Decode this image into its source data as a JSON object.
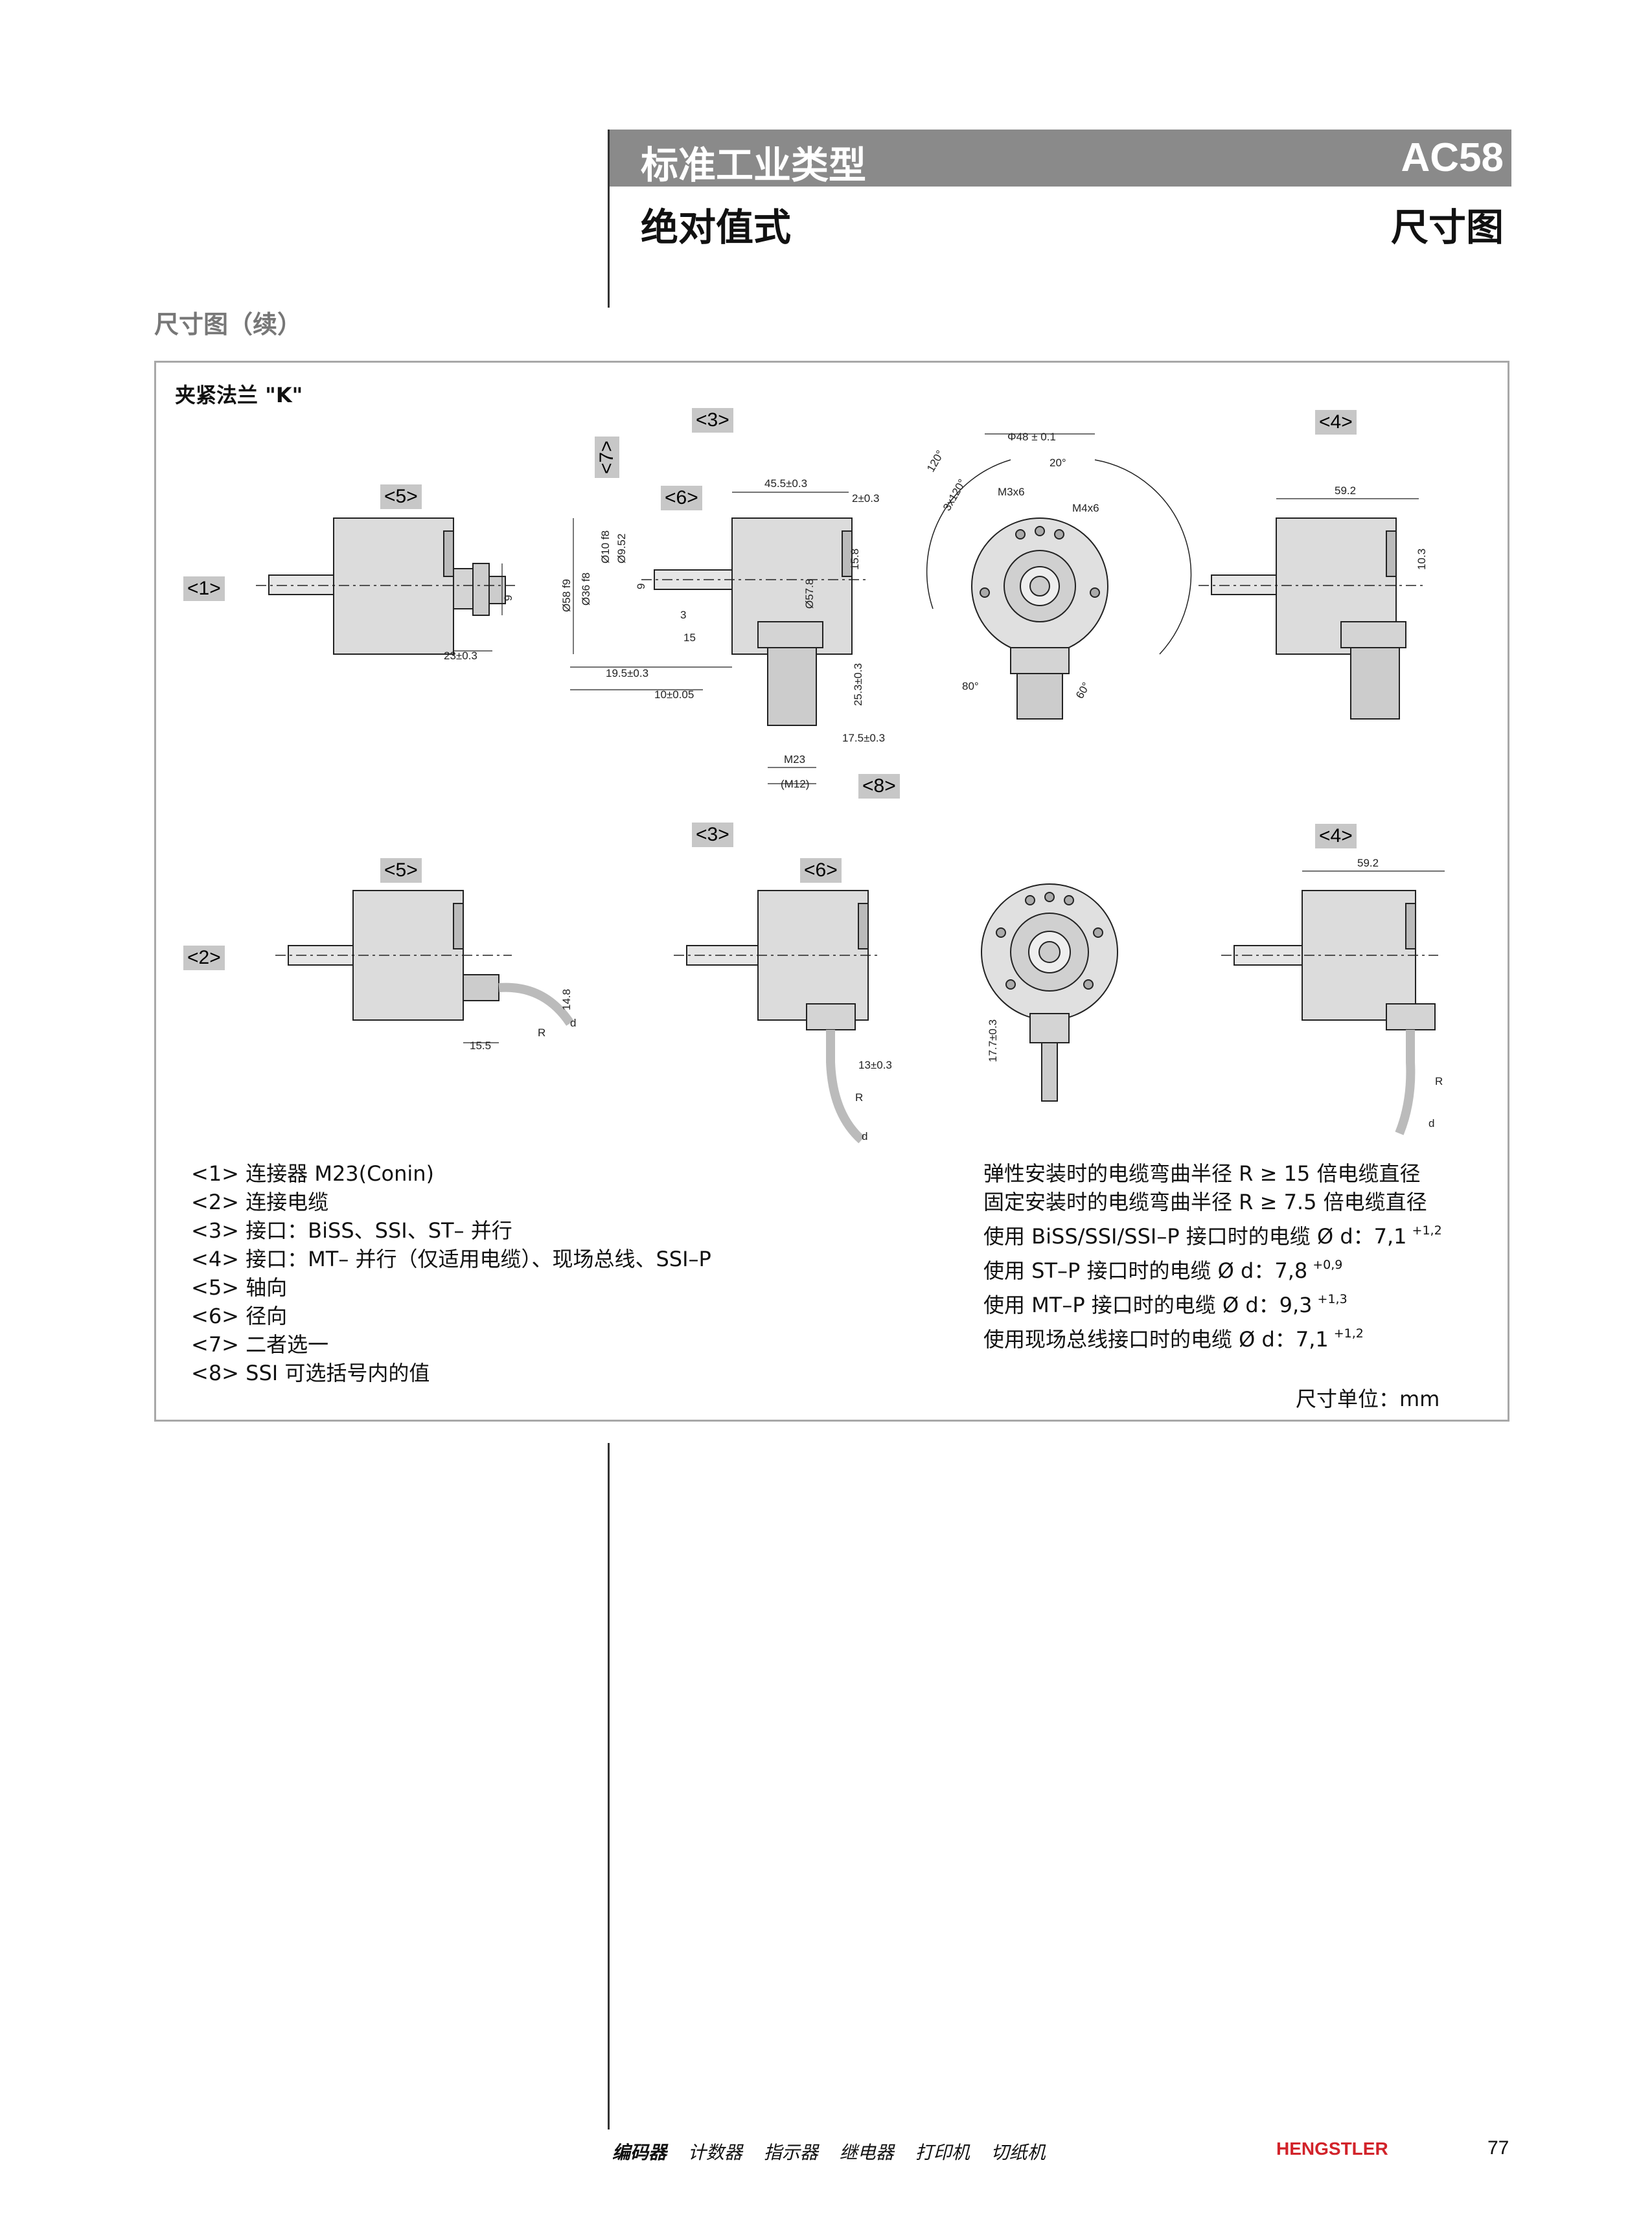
{
  "header": {
    "bar_left": "标准工业类型",
    "bar_right": "AC58",
    "sub_left": "绝对值式",
    "sub_right": "尺寸图"
  },
  "section_title": "尺寸图（续）",
  "figure": {
    "title": "夹紧法兰 \"K\"",
    "tags": {
      "t1": "<1>",
      "t2": "<2>",
      "t3a": "<3>",
      "t3b": "<3>",
      "t4a": "<4>",
      "t4b": "<4>",
      "t5a": "<5>",
      "t5b": "<5>",
      "t6a": "<6>",
      "t6b": "<6>",
      "t7": "<7>",
      "t8": "<8>"
    },
    "dims": {
      "d23": "23±0.3",
      "d9a": "9",
      "d45": "45.5±0.3",
      "d2": "2±0.3",
      "d15_8": "15.8",
      "d58": "Ø58 f9",
      "d36": "Ø36 f8",
      "d10": "Ø10 f8",
      "d952": "Ø9.52",
      "d9b": "9",
      "d3": "3",
      "d15": "15",
      "d195": "19.5±0.3",
      "d10_05": "10±0.05",
      "d578": "Ø57.8",
      "d253": "25.3±0.3",
      "d175": "17.5±0.3",
      "m23": "M23",
      "m12": "(M12)",
      "phi48": "Φ48 ± 0.1",
      "a120": "120°",
      "a3x120": "3x120°",
      "a20": "20°",
      "m3x6": "M3x6",
      "m4x6": "M4x6",
      "a80": "80°",
      "a60": "60°",
      "d592a": "59.2",
      "d103": "10.3",
      "d148": "14.8",
      "d155": "15.5",
      "d13": "13±0.3",
      "d177": "17.7±0.3",
      "d592b": "59.2",
      "r": "R",
      "dd": "d"
    }
  },
  "legend": [
    "<1> 连接器 M23(Conin)",
    "<2> 连接电缆",
    "<3> 接口：BiSS、SSI、ST– 并行",
    "<4> 接口：MT– 并行（仅适用电缆）、现场总线、SSI–P",
    "<5> 轴向",
    "<6> 径向",
    "<7> 二者选一",
    "<8> SSI 可选括号内的值"
  ],
  "notes": [
    {
      "text": "弹性安装时的电缆弯曲半径 R ≥ 15 倍电缆直径",
      "sup": ""
    },
    {
      "text": "固定安装时的电缆弯曲半径 R ≥ 7.5 倍电缆直径",
      "sup": ""
    },
    {
      "text": "使用 BiSS/SSI/SSI–P 接口时的电缆 Ø d：7,1",
      "sup": "+1,2"
    },
    {
      "text": "使用 ST–P 接口时的电缆 Ø d：7,8",
      "sup": "+0,9"
    },
    {
      "text": "使用 MT–P 接口时的电缆 Ø d：9,3",
      "sup": "+1,3"
    },
    {
      "text": "使用现场总线接口时的电缆 Ø d：7,1",
      "sup": "+1,2"
    }
  ],
  "unit": "尺寸单位：mm",
  "footer": {
    "active": "编码器",
    "items": [
      "计数器",
      "指示器",
      "继电器",
      "打印机",
      "切纸机"
    ],
    "brand": "HENGSTLER",
    "page": "77"
  }
}
